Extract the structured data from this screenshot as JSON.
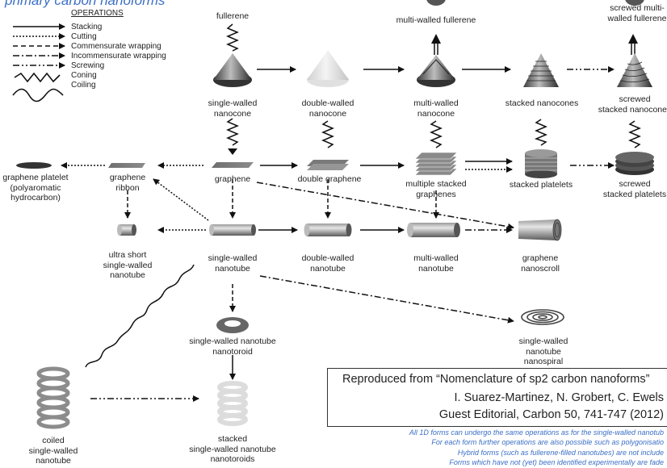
{
  "title": "primary carbon nanoforms",
  "legend": {
    "title": "OPERATIONS",
    "items": [
      "Stacking",
      "Cutting",
      "Commensurate wrapping",
      "Incommensurate wrapping",
      "Screwing",
      "Coning",
      "Coiling"
    ]
  },
  "labels": {
    "fullerene": "fullerene",
    "mw_fullerene": "multi-walled fullerene",
    "screwed_mw_fullerene": "screwed multi-\nwalled fullerene",
    "sw_nanocone": "single-walled\nnanocone",
    "dw_nanocone": "double-walled\nnanocone",
    "mw_nanocone": "multi-walled\nnanocone",
    "stacked_nanocones": "stacked nanocones",
    "screwed_stacked_nanocones": "screwed\nstacked nanocones",
    "graphene_platelet": "graphene platelet\n(polyaromatic\nhydrocarbon)",
    "graphene_ribbon": "graphene\nribbon",
    "graphene": "graphene",
    "double_graphene": "double graphene",
    "multiple_stacked_graphenes": "multiple stacked\ngraphenes",
    "stacked_platelets": "stacked platelets",
    "screwed_stacked_platelets": "screwed\nstacked platelets",
    "ultra_short": "ultra short\nsingle-walled\nnanotube",
    "sw_nanotube": "single-walled\nnanotube",
    "dw_nanotube": "double-walled\nnanotube",
    "mw_nanotube": "multi-walled\nnanotube",
    "graphene_nanoscroll": "graphene\nnanoscroll",
    "sw_nanotoroid": "single-walled nanotube\nnanotoroid",
    "sw_nanospiral": "single-walled\nnanotube\nnanospiral",
    "coiled_nanotube": "coiled\nsingle-walled\nnanotube",
    "stacked_nanotoroids": "stacked\nsingle-walled nanotube\nnanotoroids"
  },
  "citation": {
    "line1": "Reproduced from “Nomenclature of sp2 carbon nanoforms”",
    "line2": "I. Suarez-Martinez, N. Grobert, C. Ewels",
    "line3": "Guest Editorial, Carbon 50, 741-747 (2012)"
  },
  "notes": [
    "All 1D forms can undergo the same operations as for the single-walled nanotub",
    "For each form further operations are also possible such as polygonisatio",
    "Hybrid forms (such as fullerene-filled nanotubes) are not include",
    "Forms which have not (yet) been identified experimentally are fade"
  ]
}
